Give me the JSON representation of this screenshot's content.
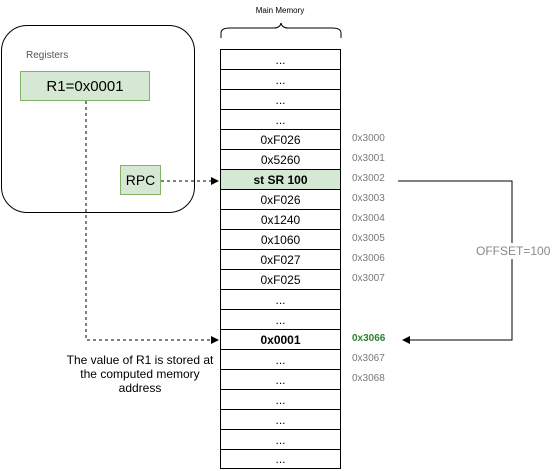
{
  "registers": {
    "title": "Registers",
    "r1_label": "R1=0x0001",
    "rpc_label": "RPC"
  },
  "memory": {
    "title": "Main Memory",
    "cells": [
      "...",
      "...",
      "...",
      "...",
      "0xF026",
      "0x5260",
      "st SR 100",
      "0xF026",
      "0x1240",
      "0x1060",
      "0xF027",
      "0xF025",
      "...",
      "...",
      "0x0001",
      "...",
      "...",
      "...",
      "...",
      "...",
      "..."
    ],
    "addresses": [
      {
        "row": 4,
        "label": "0x3000"
      },
      {
        "row": 5,
        "label": "0x3001"
      },
      {
        "row": 6,
        "label": "0x3002"
      },
      {
        "row": 7,
        "label": "0x3003"
      },
      {
        "row": 8,
        "label": "0x3004"
      },
      {
        "row": 9,
        "label": "0x3005"
      },
      {
        "row": 10,
        "label": "0x3006"
      },
      {
        "row": 11,
        "label": "0x3007"
      },
      {
        "row": 14,
        "label": "0x3066"
      },
      {
        "row": 15,
        "label": "0x3067"
      },
      {
        "row": 16,
        "label": "0x3068"
      }
    ],
    "pc_row": 6,
    "target_row": 14
  },
  "offset_label": "OFFSET=100",
  "caption": "The value of R1 is stored at the computed memory address",
  "colors": {
    "register_fill": "#d5e8d4",
    "register_border": "#82b366",
    "target_address": "#2e7d32",
    "address_text": "#777777"
  }
}
